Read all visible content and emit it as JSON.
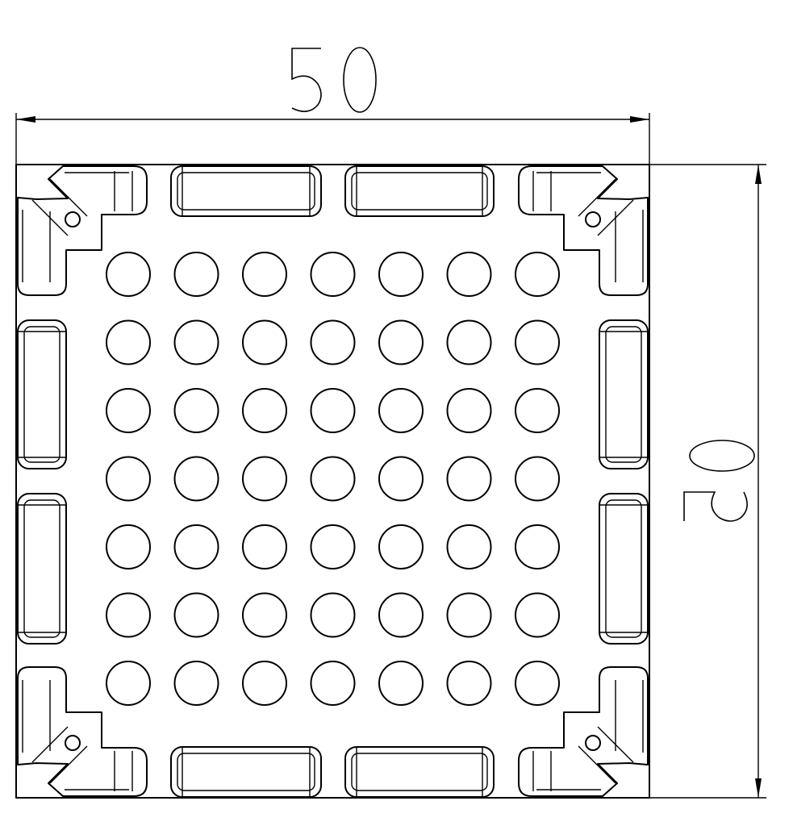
{
  "drawing": {
    "dimensions": {
      "width_value": "50",
      "height_value": "50"
    },
    "hole_grid": {
      "rows": 7,
      "columns": 7
    },
    "stroke_color": "#000000",
    "background_color": "#ffffff"
  }
}
